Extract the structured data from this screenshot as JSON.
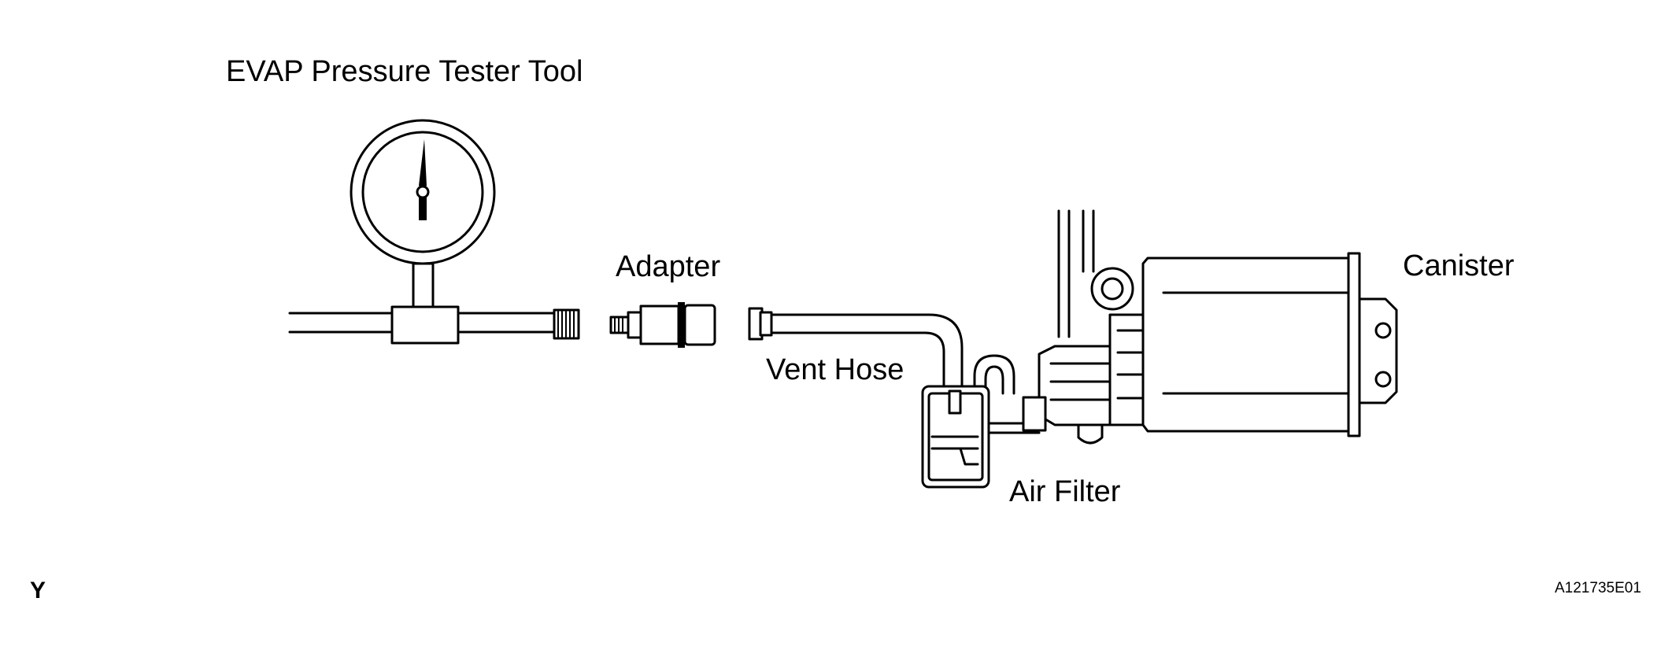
{
  "labels": {
    "tool": "EVAP Pressure Tester Tool",
    "adapter": "Adapter",
    "vent_hose": "Vent Hose",
    "canister": "Canister",
    "air_filter": "Air Filter",
    "corner_mark": "Y",
    "figure_code": "A121735E01"
  }
}
